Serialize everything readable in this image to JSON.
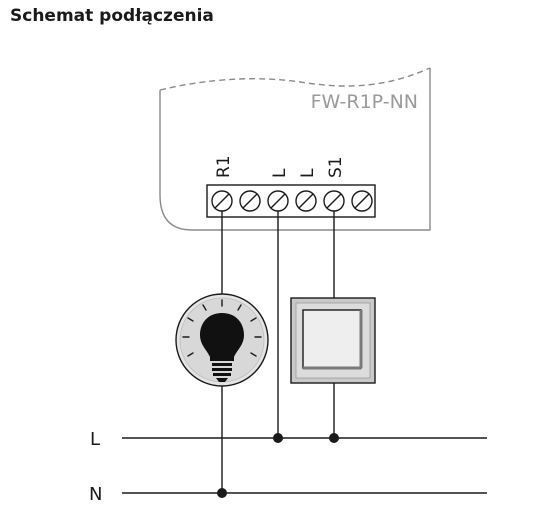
{
  "heading": "Schemat podłączenia",
  "device": {
    "model": "FW-R1P-NN",
    "terminals": [
      "R1",
      "L",
      "L",
      "S1"
    ]
  },
  "lines": {
    "live": "L",
    "neutral": "N"
  },
  "icons": {
    "load": "lightbulb-icon",
    "switch": "wall-switch-icon"
  }
}
